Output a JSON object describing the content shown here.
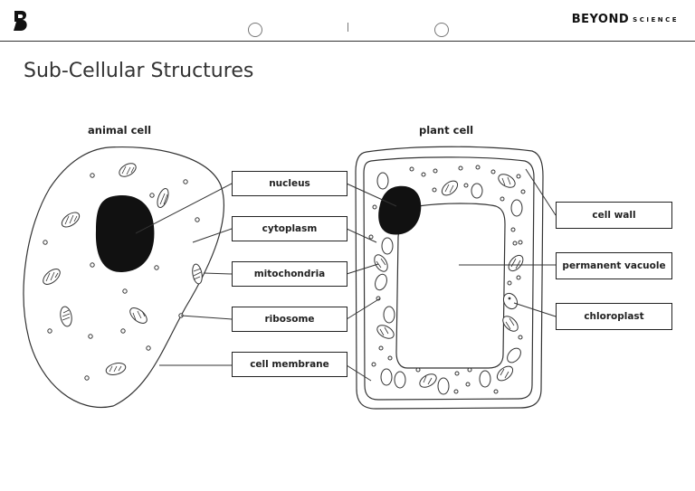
{
  "header": {
    "brand_main": "BEYOND",
    "brand_sub": "SCIENCE"
  },
  "page": {
    "title": "Sub-Cellular Structures"
  },
  "diagram": {
    "animal_cell_title": "animal cell",
    "plant_cell_title": "plant cell",
    "center_labels": {
      "nucleus": "nucleus",
      "cytoplasm": "cytoplasm",
      "mitochondria": "mitochondria",
      "ribosome": "ribosome",
      "cell_membrane": "cell membrane"
    },
    "right_labels": {
      "cell_wall": "cell wall",
      "permanent_vacuole": "permanent vacuole",
      "chloroplast": "chloroplast"
    }
  }
}
